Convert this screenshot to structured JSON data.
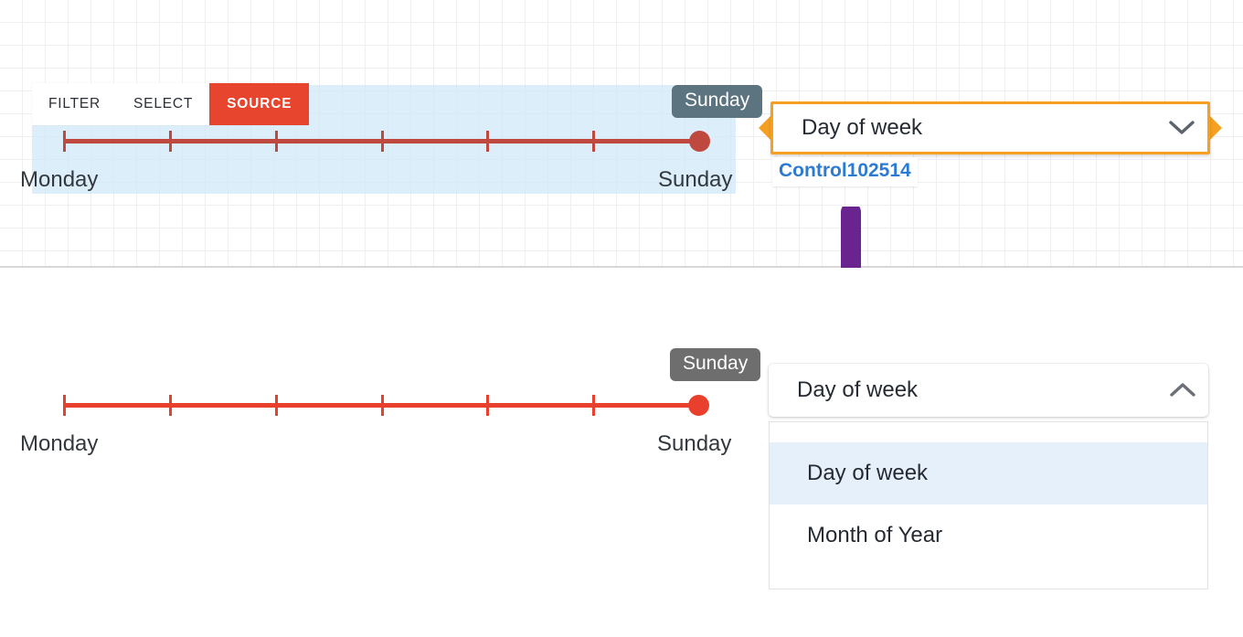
{
  "colors": {
    "accent_red": "#e8452f",
    "slider_red_muted": "#c0493f",
    "slider_red_vivid": "#e8402c",
    "highlight_orange": "#f5a021",
    "selection_blue": "#cfe8f7",
    "option_selected_blue": "#e6f0fb",
    "control_id_blue": "#2b7bd4",
    "badge_blue_gray": "#5c7380",
    "badge_gray": "#6e6e6e",
    "arrow_purple": "#6a2490",
    "grid_line": "#efefef"
  },
  "top_pane": {
    "tabbar": {
      "tabs": [
        {
          "label": "FILTER",
          "active": false
        },
        {
          "label": "SELECT",
          "active": false
        },
        {
          "label": "SOURCE",
          "active": true
        }
      ]
    },
    "slider": {
      "min_label": "Monday",
      "max_label": "Sunday",
      "value_badge": "Sunday",
      "tick_count": 7,
      "handle_at_tick": 7
    },
    "control": {
      "value": "Day of week",
      "chevron_icon": "chevron-down-icon",
      "control_id": "Control102514",
      "highlighted": true
    }
  },
  "transition": {
    "arrow_icon": "arrow-down-icon"
  },
  "bottom_pane": {
    "slider": {
      "min_label": "Monday",
      "max_label": "Sunday",
      "value_badge": "Sunday",
      "tick_count": 7,
      "handle_at_tick": 7
    },
    "dropdown": {
      "value": "Day of week",
      "chevron_icon": "chevron-up-icon",
      "expanded": true,
      "options": [
        {
          "label": "Day of week",
          "selected": true
        },
        {
          "label": "Month of Year",
          "selected": false
        }
      ]
    }
  }
}
